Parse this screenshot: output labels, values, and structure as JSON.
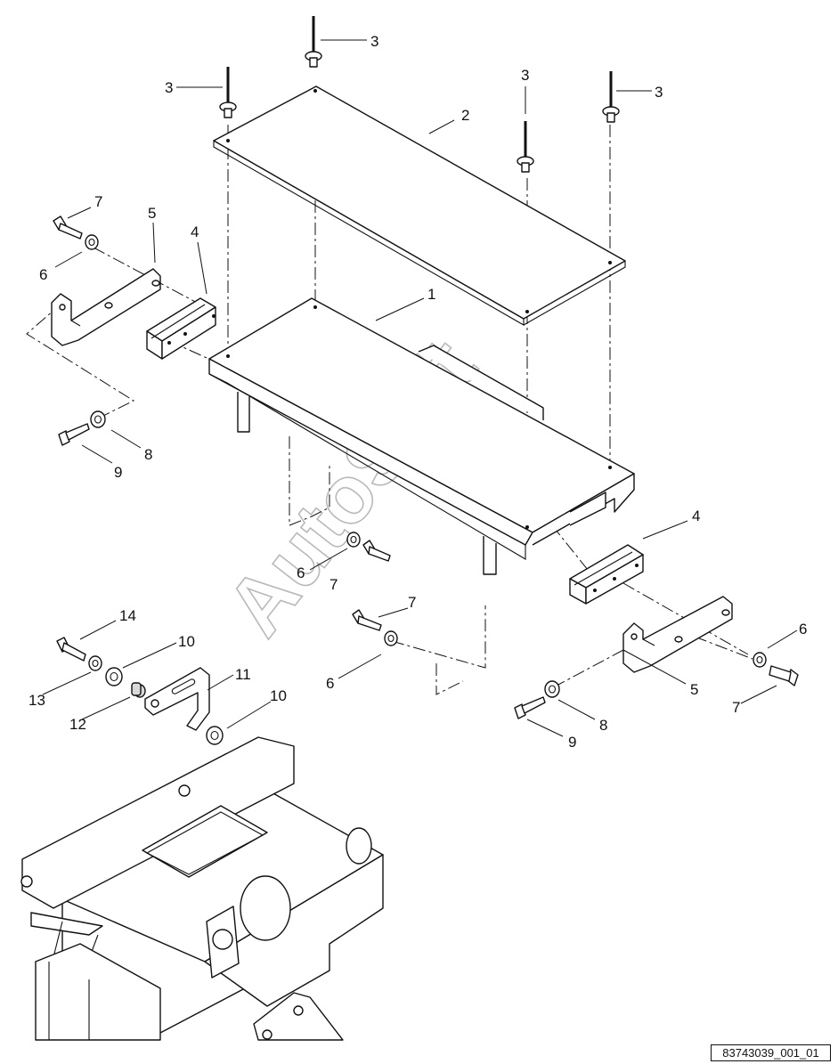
{
  "callouts": {
    "c1": "1",
    "c2": "2",
    "c3a": "3",
    "c3b": "3",
    "c3c": "3",
    "c3d": "3",
    "c4a": "4",
    "c4b": "4",
    "c5a": "5",
    "c5b": "5",
    "c6a": "6",
    "c6b": "6",
    "c6c": "6",
    "c6d": "6",
    "c7a": "7",
    "c7b": "7",
    "c7c": "7",
    "c7d": "7",
    "c8a": "8",
    "c8b": "8",
    "c9a": "9",
    "c9b": "9",
    "c10a": "10",
    "c10b": "10",
    "c11": "11",
    "c12": "12",
    "c13": "13",
    "c14": "14"
  },
  "watermark": "AutoSoft",
  "document_id": "83743039_001_01"
}
